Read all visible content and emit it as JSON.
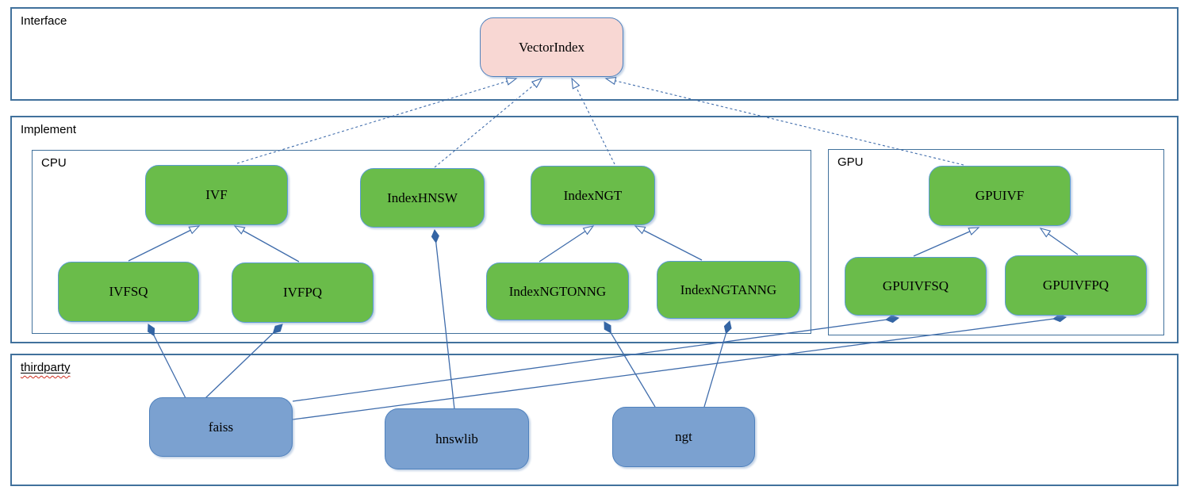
{
  "diagram": {
    "containers": {
      "interface": {
        "label": "Interface"
      },
      "implement": {
        "label": "Implement"
      },
      "cpu": {
        "label": "CPU"
      },
      "gpu": {
        "label": "GPU"
      },
      "thirdparty": {
        "label": "thirdparty"
      }
    },
    "nodes": {
      "vectorindex": {
        "label": "VectorIndex",
        "kind": "interface"
      },
      "ivf": {
        "label": "IVF",
        "kind": "cpu-implementation"
      },
      "indexhnsw": {
        "label": "IndexHNSW",
        "kind": "cpu-implementation"
      },
      "indexngt": {
        "label": "IndexNGT",
        "kind": "cpu-implementation"
      },
      "ivfsq": {
        "label": "IVFSQ",
        "kind": "cpu-implementation"
      },
      "ivfpq": {
        "label": "IVFPQ",
        "kind": "cpu-implementation"
      },
      "indexngtonng": {
        "label": "IndexNGTONNG",
        "kind": "cpu-implementation"
      },
      "indexngtanng": {
        "label": "IndexNGTANNG",
        "kind": "cpu-implementation"
      },
      "gpuivf": {
        "label": "GPUIVF",
        "kind": "gpu-implementation"
      },
      "gpuivfsq": {
        "label": "GPUIVFSQ",
        "kind": "gpu-implementation"
      },
      "gpuivfpq": {
        "label": "GPUIVFPQ",
        "kind": "gpu-implementation"
      },
      "faiss": {
        "label": "faiss",
        "kind": "thirdparty-library"
      },
      "hnswlib": {
        "label": "hnswlib",
        "kind": "thirdparty-library"
      },
      "ngt": {
        "label": "ngt",
        "kind": "thirdparty-library"
      }
    },
    "edges": [
      {
        "from": "ivf",
        "to": "vectorindex",
        "type": "realization-dashed-hollow-arrow"
      },
      {
        "from": "indexhnsw",
        "to": "vectorindex",
        "type": "realization-dashed-hollow-arrow"
      },
      {
        "from": "indexngt",
        "to": "vectorindex",
        "type": "realization-dashed-hollow-arrow"
      },
      {
        "from": "gpuivf",
        "to": "vectorindex",
        "type": "realization-dashed-hollow-arrow"
      },
      {
        "from": "ivfsq",
        "to": "ivf",
        "type": "generalization-hollow-arrow"
      },
      {
        "from": "ivfpq",
        "to": "ivf",
        "type": "generalization-hollow-arrow"
      },
      {
        "from": "indexngtonng",
        "to": "indexngt",
        "type": "generalization-hollow-arrow"
      },
      {
        "from": "indexngtanng",
        "to": "indexngt",
        "type": "generalization-hollow-arrow"
      },
      {
        "from": "gpuivfsq",
        "to": "gpuivf",
        "type": "generalization-hollow-arrow"
      },
      {
        "from": "gpuivfpq",
        "to": "gpuivf",
        "type": "generalization-hollow-arrow"
      },
      {
        "from": "faiss",
        "to": "ivfsq",
        "type": "composition-filled-diamond"
      },
      {
        "from": "faiss",
        "to": "ivfpq",
        "type": "composition-filled-diamond"
      },
      {
        "from": "hnswlib",
        "to": "indexhnsw",
        "type": "composition-filled-diamond"
      },
      {
        "from": "ngt",
        "to": "indexngtonng",
        "type": "composition-filled-diamond"
      },
      {
        "from": "ngt",
        "to": "indexngtanng",
        "type": "composition-filled-diamond"
      },
      {
        "from": "faiss",
        "to": "gpuivfsq",
        "type": "composition-filled-diamond"
      },
      {
        "from": "faiss",
        "to": "gpuivfpq",
        "type": "composition-filled-diamond"
      }
    ],
    "colors": {
      "interface_fill": "#f8d7d3",
      "implementation_fill": "#6abc4a",
      "thirdparty_fill": "#7ba1d0",
      "connector_stroke": "#3f6cab",
      "container_border": "#41719c",
      "spellcheck_underline": "#cf2e20",
      "text": "#000000"
    }
  }
}
